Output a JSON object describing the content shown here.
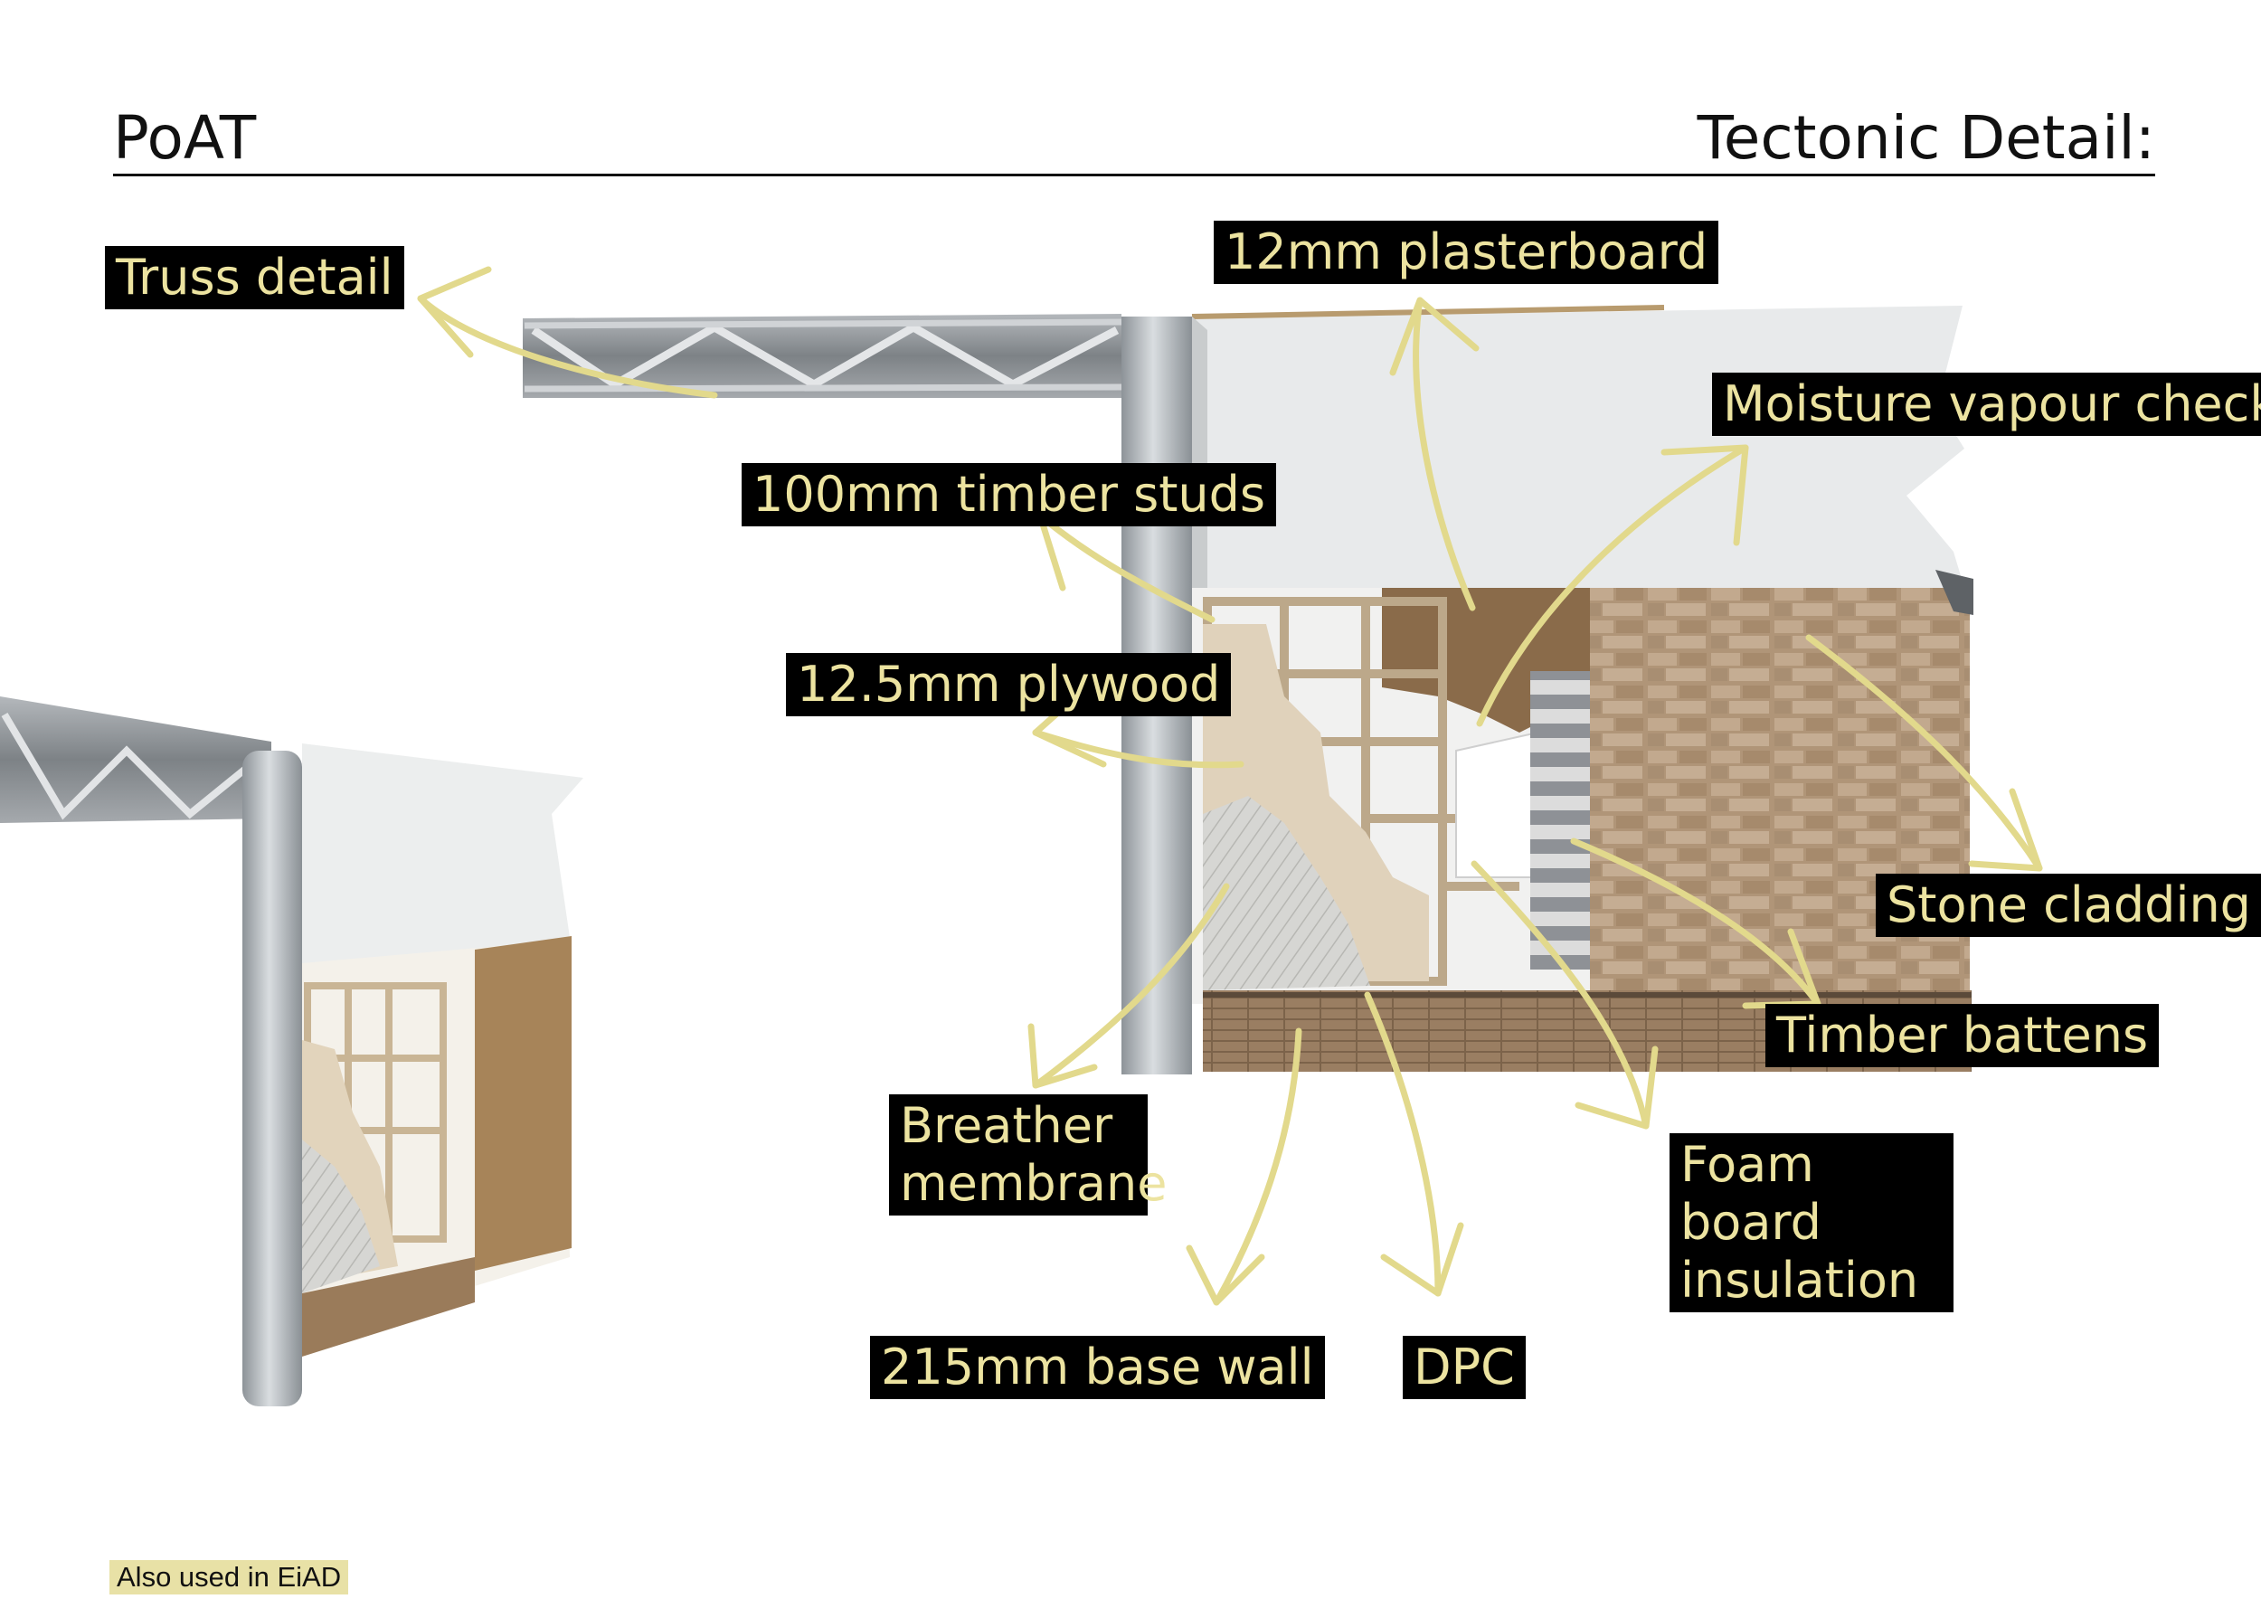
{
  "header": {
    "left_title": "PoAT",
    "right_title": "Tectonic Detail:"
  },
  "labels": {
    "truss_detail": "Truss detail",
    "plasterboard": "12mm plasterboard",
    "moisture_vapour_check": "Moisture vapour check",
    "timber_studs": "100mm timber studs",
    "plywood": "12.5mm plywood",
    "stone_cladding": "Stone cladding",
    "timber_battens": "Timber battens",
    "breather_membrane_line1": "Breather",
    "breather_membrane_line2": "membrane",
    "foam_board_line1": "Foam board",
    "foam_board_line2": "insulation",
    "base_wall": "215mm base wall",
    "dpc": "DPC"
  },
  "footer": {
    "note": "Also used in EiAD"
  },
  "colors": {
    "label_bg": "#000000",
    "label_text": "#ece3a0",
    "arrow": "#e2d98c",
    "note_bg": "#e8e1a6"
  }
}
